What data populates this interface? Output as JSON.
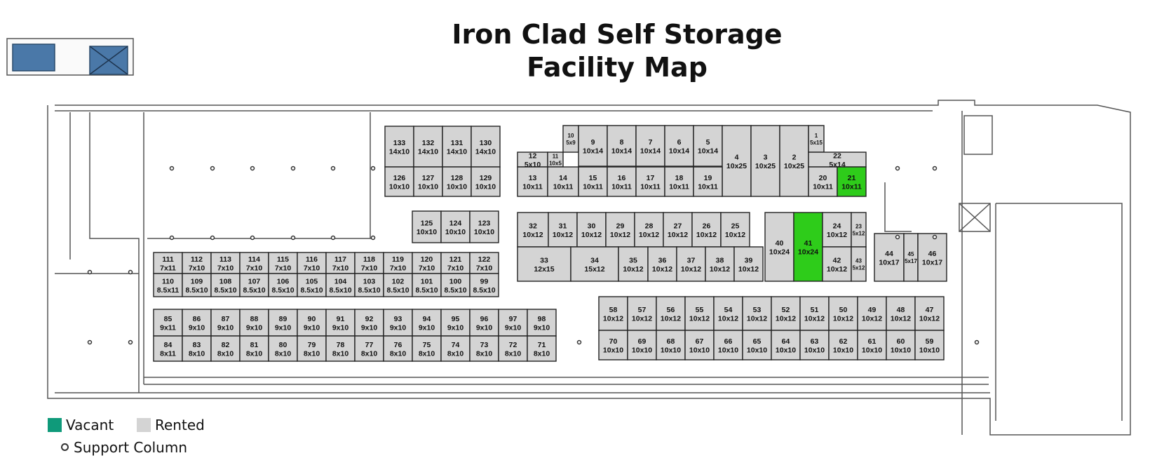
{
  "title_line1": "Iron Clad Self Storage",
  "title_line2": "Facility Map",
  "legend": {
    "vacant_label": "Vacant",
    "rented_label": "Rented",
    "column_label": "Support Column",
    "vacant_color": "#0f9a7a",
    "rented_color": "#d4d4d4"
  },
  "unit_colors": {
    "rented": "#d4d4d4",
    "vacant": "#2ecc1a"
  },
  "units": [
    {
      "id": "133",
      "size": "14x10",
      "status": "rented"
    },
    {
      "id": "132",
      "size": "14x10",
      "status": "rented"
    },
    {
      "id": "131",
      "size": "14x10",
      "status": "rented"
    },
    {
      "id": "130",
      "size": "14x10",
      "status": "rented"
    },
    {
      "id": "126",
      "size": "10x10",
      "status": "rented"
    },
    {
      "id": "127",
      "size": "10x10",
      "status": "rented"
    },
    {
      "id": "128",
      "size": "10x10",
      "status": "rented"
    },
    {
      "id": "129",
      "size": "10x10",
      "status": "rented"
    },
    {
      "id": "10",
      "size": "5x9",
      "status": "rented"
    },
    {
      "id": "9",
      "size": "10x14",
      "status": "rented"
    },
    {
      "id": "8",
      "size": "10x14",
      "status": "rented"
    },
    {
      "id": "7",
      "size": "10x14",
      "status": "rented"
    },
    {
      "id": "6",
      "size": "10x14",
      "status": "rented"
    },
    {
      "id": "5",
      "size": "10x14",
      "status": "rented"
    },
    {
      "id": "4",
      "size": "10x25",
      "status": "rented"
    },
    {
      "id": "3",
      "size": "10x25",
      "status": "rented"
    },
    {
      "id": "2",
      "size": "10x25",
      "status": "rented"
    },
    {
      "id": "1",
      "size": "5x15",
      "status": "rented"
    },
    {
      "id": "12",
      "size": "5x10",
      "status": "rented"
    },
    {
      "id": "11",
      "size": "10x5",
      "status": "rented"
    },
    {
      "id": "22",
      "size": "5x14",
      "status": "rented"
    },
    {
      "id": "13",
      "size": "10x11",
      "status": "rented"
    },
    {
      "id": "14",
      "size": "10x11",
      "status": "rented"
    },
    {
      "id": "15",
      "size": "10x11",
      "status": "rented"
    },
    {
      "id": "16",
      "size": "10x11",
      "status": "rented"
    },
    {
      "id": "17",
      "size": "10x11",
      "status": "rented"
    },
    {
      "id": "18",
      "size": "10x11",
      "status": "rented"
    },
    {
      "id": "19",
      "size": "10x11",
      "status": "rented"
    },
    {
      "id": "20",
      "size": "10x11",
      "status": "rented"
    },
    {
      "id": "21",
      "size": "10x11",
      "status": "vacant"
    },
    {
      "id": "125",
      "size": "10x10",
      "status": "rented"
    },
    {
      "id": "124",
      "size": "10x10",
      "status": "rented"
    },
    {
      "id": "123",
      "size": "10x10",
      "status": "rented"
    },
    {
      "id": "32",
      "size": "10x12",
      "status": "rented"
    },
    {
      "id": "31",
      "size": "10x12",
      "status": "rented"
    },
    {
      "id": "30",
      "size": "10x12",
      "status": "rented"
    },
    {
      "id": "29",
      "size": "10x12",
      "status": "rented"
    },
    {
      "id": "28",
      "size": "10x12",
      "status": "rented"
    },
    {
      "id": "27",
      "size": "10x12",
      "status": "rented"
    },
    {
      "id": "26",
      "size": "10x12",
      "status": "rented"
    },
    {
      "id": "25",
      "size": "10x12",
      "status": "rented"
    },
    {
      "id": "40",
      "size": "10x24",
      "status": "rented"
    },
    {
      "id": "41",
      "size": "10x24",
      "status": "vacant"
    },
    {
      "id": "24",
      "size": "10x12",
      "status": "rented"
    },
    {
      "id": "23",
      "size": "5x12",
      "status": "rented"
    },
    {
      "id": "33",
      "size": "12x15",
      "status": "rented"
    },
    {
      "id": "34",
      "size": "15x12",
      "status": "rented"
    },
    {
      "id": "35",
      "size": "10x12",
      "status": "rented"
    },
    {
      "id": "36",
      "size": "10x12",
      "status": "rented"
    },
    {
      "id": "37",
      "size": "10x12",
      "status": "rented"
    },
    {
      "id": "38",
      "size": "10x12",
      "status": "rented"
    },
    {
      "id": "39",
      "size": "10x12",
      "status": "rented"
    },
    {
      "id": "42",
      "size": "10x12",
      "status": "rented"
    },
    {
      "id": "43",
      "size": "5x12",
      "status": "rented"
    },
    {
      "id": "44",
      "size": "10x17",
      "status": "rented"
    },
    {
      "id": "45",
      "size": "5x17",
      "status": "rented"
    },
    {
      "id": "46",
      "size": "10x17",
      "status": "rented"
    },
    {
      "id": "111",
      "size": "7x11",
      "status": "rented"
    },
    {
      "id": "112",
      "size": "7x10",
      "status": "rented"
    },
    {
      "id": "113",
      "size": "7x10",
      "status": "rented"
    },
    {
      "id": "114",
      "size": "7x10",
      "status": "rented"
    },
    {
      "id": "115",
      "size": "7x10",
      "status": "rented"
    },
    {
      "id": "116",
      "size": "7x10",
      "status": "rented"
    },
    {
      "id": "117",
      "size": "7x10",
      "status": "rented"
    },
    {
      "id": "118",
      "size": "7x10",
      "status": "rented"
    },
    {
      "id": "119",
      "size": "7x10",
      "status": "rented"
    },
    {
      "id": "120",
      "size": "7x10",
      "status": "rented"
    },
    {
      "id": "121",
      "size": "7x10",
      "status": "rented"
    },
    {
      "id": "122",
      "size": "7x10",
      "status": "rented"
    },
    {
      "id": "110",
      "size": "8.5x11",
      "status": "rented"
    },
    {
      "id": "109",
      "size": "8.5x10",
      "status": "rented"
    },
    {
      "id": "108",
      "size": "8.5x10",
      "status": "rented"
    },
    {
      "id": "107",
      "size": "8.5x10",
      "status": "rented"
    },
    {
      "id": "106",
      "size": "8.5x10",
      "status": "rented"
    },
    {
      "id": "105",
      "size": "8.5x10",
      "status": "rented"
    },
    {
      "id": "104",
      "size": "8.5x10",
      "status": "rented"
    },
    {
      "id": "103",
      "size": "8.5x10",
      "status": "rented"
    },
    {
      "id": "102",
      "size": "8.5x10",
      "status": "rented"
    },
    {
      "id": "101",
      "size": "8.5x10",
      "status": "rented"
    },
    {
      "id": "100",
      "size": "8.5x10",
      "status": "rented"
    },
    {
      "id": "99",
      "size": "8.5x10",
      "status": "rented"
    },
    {
      "id": "85",
      "size": "9x11",
      "status": "rented"
    },
    {
      "id": "86",
      "size": "9x10",
      "status": "rented"
    },
    {
      "id": "87",
      "size": "9x10",
      "status": "rented"
    },
    {
      "id": "88",
      "size": "9x10",
      "status": "rented"
    },
    {
      "id": "89",
      "size": "9x10",
      "status": "rented"
    },
    {
      "id": "90",
      "size": "9x10",
      "status": "rented"
    },
    {
      "id": "91",
      "size": "9x10",
      "status": "rented"
    },
    {
      "id": "92",
      "size": "9x10",
      "status": "rented"
    },
    {
      "id": "93",
      "size": "9x10",
      "status": "rented"
    },
    {
      "id": "94",
      "size": "9x10",
      "status": "rented"
    },
    {
      "id": "95",
      "size": "9x10",
      "status": "rented"
    },
    {
      "id": "96",
      "size": "9x10",
      "status": "rented"
    },
    {
      "id": "97",
      "size": "9x10",
      "status": "rented"
    },
    {
      "id": "98",
      "size": "9x10",
      "status": "rented"
    },
    {
      "id": "84",
      "size": "8x11",
      "status": "rented"
    },
    {
      "id": "83",
      "size": "8x10",
      "status": "rented"
    },
    {
      "id": "82",
      "size": "8x10",
      "status": "rented"
    },
    {
      "id": "81",
      "size": "8x10",
      "status": "rented"
    },
    {
      "id": "80",
      "size": "8x10",
      "status": "rented"
    },
    {
      "id": "79",
      "size": "8x10",
      "status": "rented"
    },
    {
      "id": "78",
      "size": "8x10",
      "status": "rented"
    },
    {
      "id": "77",
      "size": "8x10",
      "status": "rented"
    },
    {
      "id": "76",
      "size": "8x10",
      "status": "rented"
    },
    {
      "id": "75",
      "size": "8x10",
      "status": "rented"
    },
    {
      "id": "74",
      "size": "8x10",
      "status": "rented"
    },
    {
      "id": "73",
      "size": "8x10",
      "status": "rented"
    },
    {
      "id": "72",
      "size": "8x10",
      "status": "rented"
    },
    {
      "id": "71",
      "size": "8x10",
      "status": "rented"
    },
    {
      "id": "58",
      "size": "10x12",
      "status": "rented"
    },
    {
      "id": "57",
      "size": "10x12",
      "status": "rented"
    },
    {
      "id": "56",
      "size": "10x12",
      "status": "rented"
    },
    {
      "id": "55",
      "size": "10x12",
      "status": "rented"
    },
    {
      "id": "54",
      "size": "10x12",
      "status": "rented"
    },
    {
      "id": "53",
      "size": "10x12",
      "status": "rented"
    },
    {
      "id": "52",
      "size": "10x12",
      "status": "rented"
    },
    {
      "id": "51",
      "size": "10x12",
      "status": "rented"
    },
    {
      "id": "50",
      "size": "10x12",
      "status": "rented"
    },
    {
      "id": "49",
      "size": "10x12",
      "status": "rented"
    },
    {
      "id": "48",
      "size": "10x12",
      "status": "rented"
    },
    {
      "id": "47",
      "size": "10x12",
      "status": "rented"
    },
    {
      "id": "70",
      "size": "10x10",
      "status": "rented"
    },
    {
      "id": "69",
      "size": "10x10",
      "status": "rented"
    },
    {
      "id": "68",
      "size": "10x10",
      "status": "rented"
    },
    {
      "id": "67",
      "size": "10x10",
      "status": "rented"
    },
    {
      "id": "66",
      "size": "10x10",
      "status": "rented"
    },
    {
      "id": "65",
      "size": "10x10",
      "status": "rented"
    },
    {
      "id": "64",
      "size": "10x10",
      "status": "rented"
    },
    {
      "id": "63",
      "size": "10x10",
      "status": "rented"
    },
    {
      "id": "62",
      "size": "10x10",
      "status": "rented"
    },
    {
      "id": "61",
      "size": "10x10",
      "status": "rented"
    },
    {
      "id": "60",
      "size": "10x10",
      "status": "rented"
    },
    {
      "id": "59",
      "size": "10x10",
      "status": "rented"
    }
  ]
}
